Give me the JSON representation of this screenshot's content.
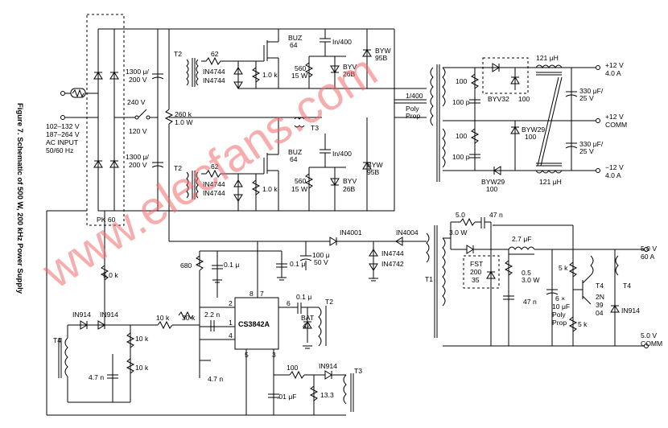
{
  "figure_caption": "Figure 7. Schematic of 500 W, 200 kHz Power Supply",
  "watermark": "www.elecfans.com",
  "labels": {
    "ac_in_1": "102–132 V",
    "ac_in_2": "187–264 V",
    "ac_in_3": "AC INPUT",
    "ac_in_4": "50/60 Hz",
    "sw_240": "240 V",
    "sw_120": "120 V",
    "cap_top_1": "1300 μ/",
    "cap_top_2": "200 V",
    "cap_bot_1": "1300 μ/",
    "cap_bot_2": "200 V",
    "r260_1": "260 k",
    "r260_2": "1.0 W",
    "pk60": "PK 60",
    "t2_top": "T2",
    "t2_bot": "T2",
    "r62_top": "62",
    "r62_bot": "62",
    "z4744_a": "IN4744",
    "z4744_b": "IN4744",
    "z4744_c": "IN4744",
    "z4744_d": "IN4744",
    "r1k_top": "1.0 k",
    "r1k_bot": "1.0 k",
    "buz_top_1": "BUZ",
    "buz_top_2": "64",
    "buz_bot_1": "BUZ",
    "buz_bot_2": "64",
    "in400_top": "In/400",
    "in400_bot": "In/400",
    "r560_top_1": "560",
    "r560_top_2": "15 W",
    "r560_bot_1": "560",
    "r560_bot_2": "15 W",
    "byv_top_1": "BYV",
    "byv_top_2": "26B",
    "byv_bot_1": "BYV",
    "byv_bot_2": "26B",
    "byw_top_1": "BYW",
    "byw_top_2": "95B",
    "byw_bot_1": "BYW",
    "byw_bot_2": "95B",
    "t3_top": "T3",
    "cap_poly_1": "1/400",
    "cap_poly_2": "Poly",
    "cap_poly_3": "Prop",
    "r100_a": "100",
    "c100p_a": "100 p",
    "r100_b": "100",
    "c100p_b": "100 p",
    "byv32": "BYV32",
    "byv32_r": "100",
    "ind121_top": "121 μH",
    "ind121_bot": "121 μH",
    "c330_top_1": "330 μF/",
    "c330_top_2": "25 V",
    "c330_bot_1": "330 μF/",
    "c330_bot_2": "25 V",
    "byw29_a1": "BYW29",
    "byw29_a2": "100",
    "byw29_b1": "BYW29",
    "byw29_b2": "100",
    "out_p12_1": "+12 V",
    "out_p12_2": "4.0 A",
    "out_comm_1": "+12 V",
    "out_comm_2": "COMM",
    "out_m12_1": "−12 V",
    "out_m12_2": "4.0 A",
    "in4001": "IN4001",
    "in4004": "IN4004",
    "c100u_1": "100 μ",
    "c100u_2": "50 V",
    "z4744_e": "IN4744",
    "z4742": "IN4742",
    "t1": "T1",
    "r680": "680",
    "c01_a": "0.1 μ",
    "c01_b": "0.1 μ",
    "c01_c": "0.1 μ",
    "ic_name": "CS3842A",
    "pin8": "8",
    "pin7": "7",
    "pin6": "6",
    "pin2": "2",
    "pin1": "1",
    "pin4": "4",
    "pin5": "5",
    "pin3": "3",
    "bat42_1": "BAT",
    "bat42_2": "42",
    "t2_ic": "T2",
    "r5k": "5.0 k",
    "in914_a": "IN914",
    "in914_b": "IN914",
    "r10k_a": "10 k",
    "r30k": "30 k",
    "c22n": "2.2 n",
    "r10k_b": "10 k",
    "r10k_c": "10 k",
    "c47n_a": "4.7 n",
    "c47n_b": "4.7 n",
    "t4_left": "T4",
    "r100_c": "100",
    "in914_c": "IN914",
    "t3_bot": "T3",
    "c01u": ".01 μF",
    "r133": "13.3",
    "r5_0": "5.0",
    "r3w": "3.0 W",
    "c47n_c": "47 n",
    "fst_1": "FST",
    "fst_2": "200",
    "fst_3": "35",
    "r05_1": "0.5",
    "r05_2": "3.0 W",
    "c47n_d": "47 n",
    "ind27": "2.7 μF",
    "cap6x_1": "6 ×",
    "cap6x_2": "10 μF",
    "cap6x_3": "Poly",
    "cap6x_4": "Prop",
    "r5k_b": "5 k",
    "r5k_c": "5 k",
    "q2n_1": "2N",
    "q2n_2": "39",
    "q2n_3": "04",
    "t4_a": "T4",
    "t4_b": "T4",
    "in914_d": "IN914",
    "out_5v_1": "5.0 V",
    "out_5v_2": "60 A",
    "out_5c_1": "5.0 V",
    "out_5c_2": "COMM"
  }
}
